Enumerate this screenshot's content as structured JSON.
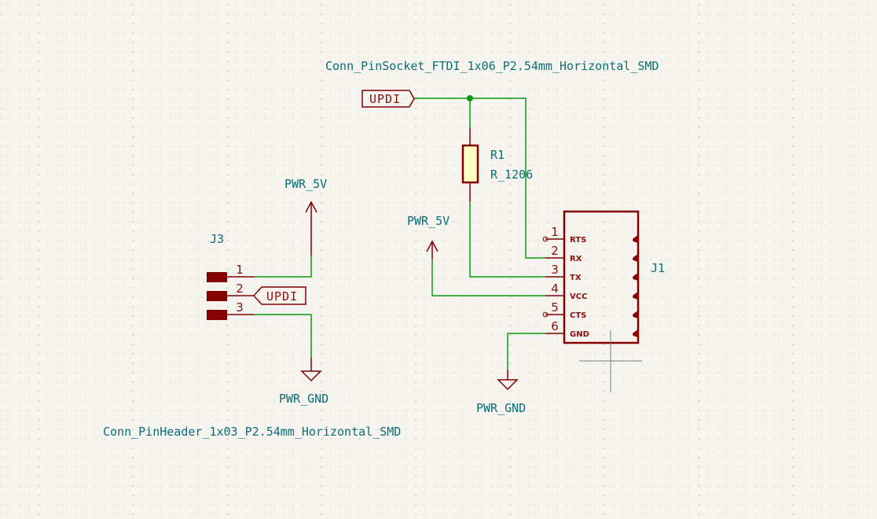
{
  "schematic": {
    "colors": {
      "background": "#f5f4ef",
      "wire": "#119611",
      "symbol": "#840000",
      "text": "#0a6e78",
      "resistor_fill": "#ffffc2",
      "grid": "#c9c6bd"
    },
    "j1": {
      "reference": "J1",
      "value": "Conn_PinSocket_FTDI_1x06_P2.54mm_Horizontal_SMD",
      "pins": [
        {
          "number": "1",
          "name": "RTS",
          "unconnected": true
        },
        {
          "number": "2",
          "name": "RX",
          "unconnected": false
        },
        {
          "number": "3",
          "name": "TX",
          "unconnected": false
        },
        {
          "number": "4",
          "name": "VCC",
          "unconnected": false
        },
        {
          "number": "5",
          "name": "CTS",
          "unconnected": true
        },
        {
          "number": "6",
          "name": "GND",
          "unconnected": false
        }
      ]
    },
    "j3": {
      "reference": "J3",
      "value": "Conn_PinHeader_1x03_P2.54mm_Horizontal_SMD",
      "pins": [
        {
          "number": "1"
        },
        {
          "number": "2"
        },
        {
          "number": "3"
        }
      ]
    },
    "r1": {
      "reference": "R1",
      "value": "R_1206"
    },
    "labels": {
      "updi_top": "UPDI",
      "updi_j3": "UPDI"
    },
    "power": {
      "j3_vcc": "PWR_5V",
      "j3_gnd": "PWR_GND",
      "j1_vcc": "PWR_5V",
      "j1_gnd": "PWR_GND"
    }
  }
}
